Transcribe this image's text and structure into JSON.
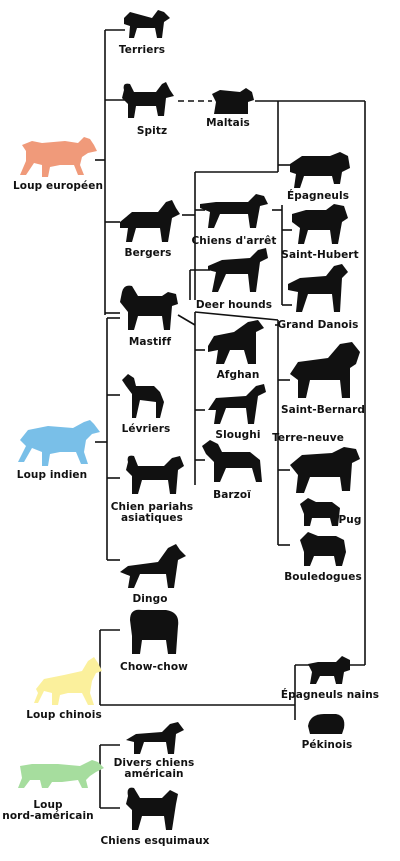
{
  "wolves": [
    {
      "key": "loup_europeen",
      "label": "Loup européen",
      "color": "#f09a7a"
    },
    {
      "key": "loup_indien",
      "label": "Loup indien",
      "color": "#79bfe8"
    },
    {
      "key": "loup_chinois",
      "label": "Loup chinois",
      "color": "#fbf09c"
    },
    {
      "key": "loup_nord_americain",
      "label_line1": "Loup",
      "label_line2": "nord-américain",
      "color": "#a6dd9e"
    }
  ],
  "breeds": {
    "terriers": "Terriers",
    "spitz": "Spitz",
    "maltais": "Maltais",
    "epagneuls": "Épagneuls",
    "bergers": "Bergers",
    "chiens_arret": "Chiens d'arrêt",
    "saint_hubert": "Saint-Hubert",
    "deer_hounds": "Deer hounds",
    "grand_danois": "Grand Danois",
    "mastiff": "Mastiff",
    "afghan": "Afghan",
    "levriers": "Lévriers",
    "saint_bernard": "Saint-Bernard",
    "sloughi": "Sloughi",
    "terre_neuve": "Terre-neuve",
    "barzoi": "Barzoï",
    "pariahs_1": "Chien pariahs",
    "pariahs_2": "asiatiques",
    "pug": "Pug",
    "bouledogues": "Bouledogues",
    "dingo": "Dingo",
    "chow_chow": "Chow-chow",
    "epagneuls_nains": "Épagneuls nains",
    "pekinois": "Pékinois",
    "divers_1": "Divers chiens",
    "divers_2": "américain",
    "esquimaux": "Chiens esquimaux"
  },
  "colors": {
    "silhouette": "#111111",
    "line": "#111111",
    "background": "#ffffff"
  }
}
